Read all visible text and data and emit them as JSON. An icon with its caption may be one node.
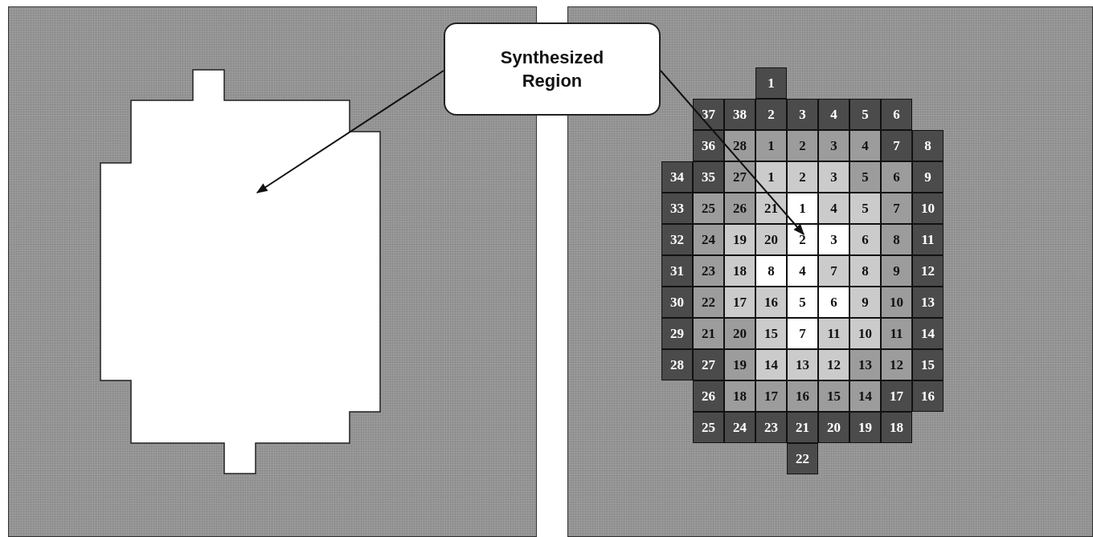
{
  "diagram": {
    "nodes": [
      {
        "text": [
          "Synthesized Region"
        ]
      },
      {
        "text": [],
        "shape": "box"
      },
      {
        "text": [
          "2"
        ]
      }
    ],
    "edges": [
      {
        "from": 0,
        "to": 1,
        "arrow": "to"
      },
      {
        "from": 0,
        "to": 2,
        "arrow": "to"
      }
    ],
    "labels": [
      "1",
      "37",
      "38",
      "2",
      "3",
      "4",
      "5",
      "6",
      "36",
      "28",
      "1",
      "2",
      "3",
      "4",
      "7",
      "8",
      "34",
      "35",
      "27",
      "1",
      "2",
      "3",
      "5",
      "6",
      "9",
      "33",
      "25",
      "26",
      "21",
      "1",
      "4",
      "5",
      "7",
      "10",
      "32",
      "24",
      "19",
      "20",
      "3",
      "6",
      "8",
      "11",
      "31",
      "23",
      "18",
      "8",
      "4",
      "7",
      "8",
      "9",
      "12",
      "30",
      "22",
      "17",
      "16",
      "5",
      "6",
      "9",
      "10",
      "13",
      "29",
      "21",
      "20",
      "15",
      "7",
      "11",
      "10",
      "11",
      "14",
      "28",
      "27",
      "19",
      "14",
      "13",
      "12",
      "13",
      "12",
      "15",
      "26",
      "18",
      "17",
      "16",
      "15",
      "14",
      "17",
      "16",
      "25",
      "24",
      "23",
      "21",
      "20",
      "19",
      "18",
      "22"
    ]
  }
}
